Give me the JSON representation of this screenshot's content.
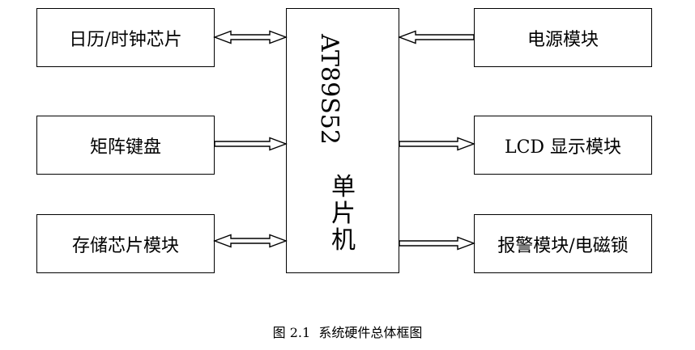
{
  "blocks": {
    "rtc": "日历/时钟芯片",
    "keypad": "矩阵键盘",
    "storage": "存储芯片模块",
    "power": "电源模块",
    "lcd": "LCD 显示模块",
    "alarm": "报警模块/电磁锁"
  },
  "mcu": {
    "model": "AT89S52",
    "chars": [
      "单",
      "片",
      "机"
    ]
  },
  "caption": "图 2.1  系统硬件总体框图",
  "connections": [
    {
      "from": "rtc",
      "to": "mcu",
      "direction": "both"
    },
    {
      "from": "keypad",
      "to": "mcu",
      "direction": "one-way"
    },
    {
      "from": "storage",
      "to": "mcu",
      "direction": "both"
    },
    {
      "from": "power",
      "to": "mcu",
      "direction": "one-way"
    },
    {
      "from": "mcu",
      "to": "lcd",
      "direction": "one-way"
    },
    {
      "from": "mcu",
      "to": "alarm",
      "direction": "one-way"
    }
  ]
}
